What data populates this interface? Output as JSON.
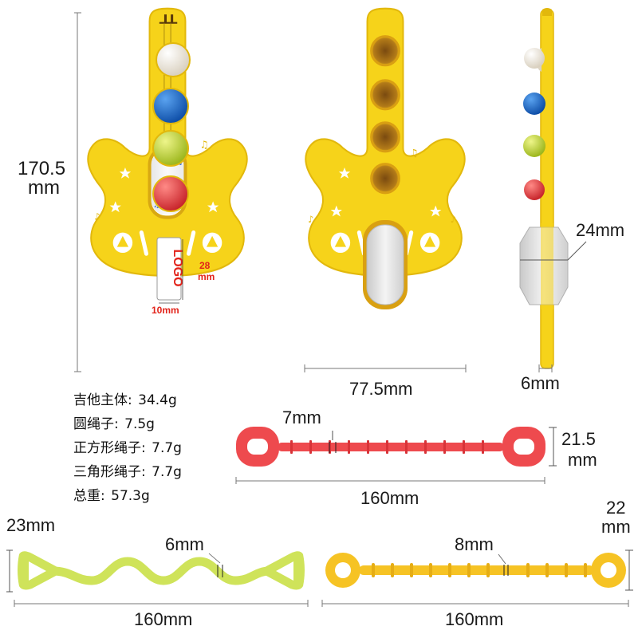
{
  "dimensions": {
    "height": "170.5",
    "height_unit": "mm",
    "body_width": "77.5mm",
    "thickness_front": "24mm",
    "thickness_side": "6mm",
    "strap_round_width": "7mm",
    "strap_round_height": "21.5",
    "strap_round_height_unit": "mm",
    "strap_round_length": "160mm",
    "strap_triangle_width": "6mm",
    "strap_triangle_height": "23mm",
    "strap_triangle_length": "160mm",
    "strap_ring_width": "8mm",
    "strap_ring_height": "22",
    "strap_ring_height_unit": "mm",
    "strap_ring_length": "160mm"
  },
  "logo": {
    "text": "LOGO",
    "height": "28",
    "height_unit": "mm",
    "width": "10mm"
  },
  "specs": [
    {
      "label": "吉他主体",
      "value": "34.4g"
    },
    {
      "label": "圆绳子",
      "value": "7.5g"
    },
    {
      "label": "正方形绳子",
      "value": "7.7g"
    },
    {
      "label": "三角形绳子",
      "value": "7.7g"
    },
    {
      "label": "总重",
      "value": "57.3g"
    }
  ],
  "colors": {
    "guitar_yellow": "#f6d31a",
    "guitar_edge": "#e2b80c",
    "button_white": "#efe9dc",
    "button_blue": "#1e6fd0",
    "button_green": "#c7dc3a",
    "button_red": "#e84548",
    "strap_red": "#ee4a4e",
    "strap_green": "#cfe35a",
    "strap_yellow": "#f6c324",
    "logo_red": "#e2231a"
  }
}
